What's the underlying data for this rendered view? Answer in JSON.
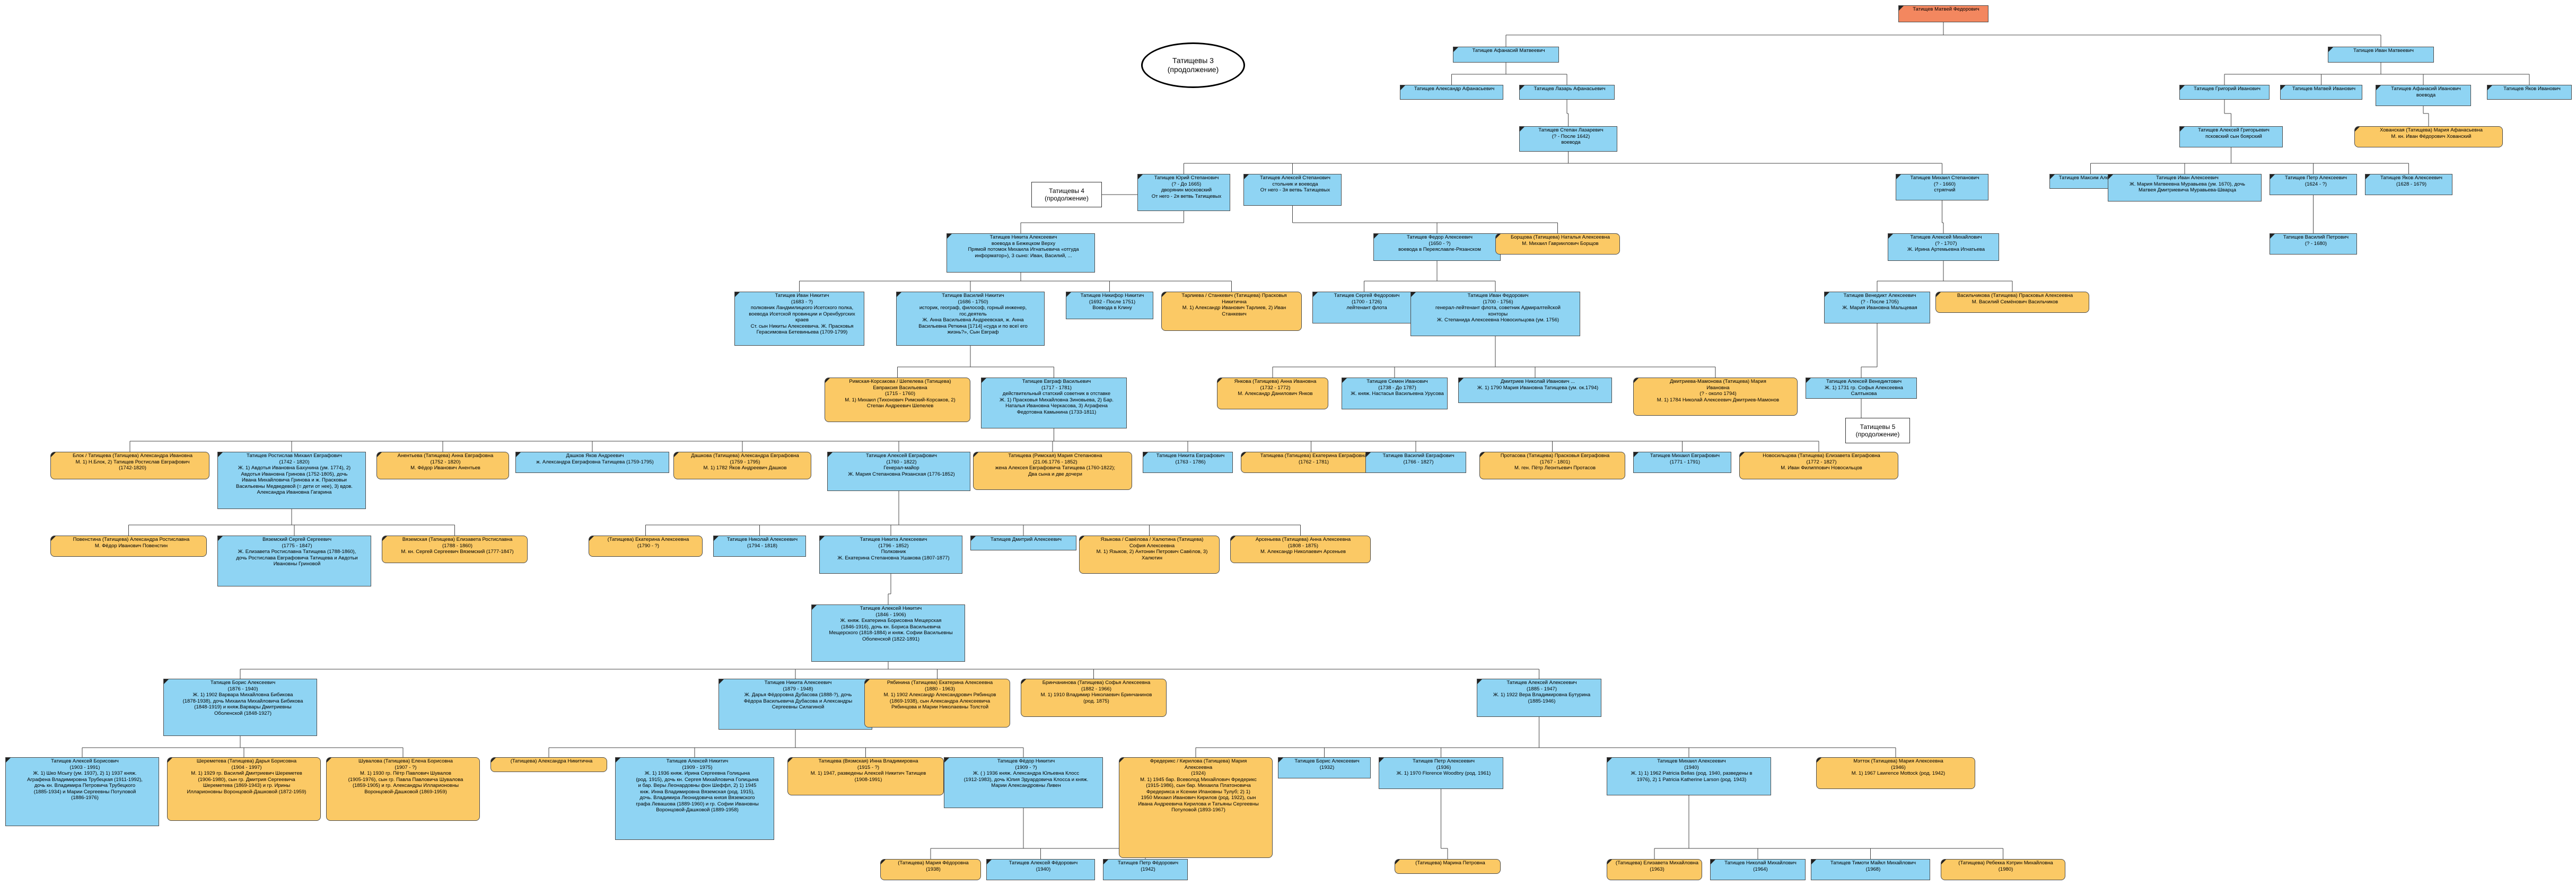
{
  "title": "Татищевы 3\n(продолжение)",
  "notes": [
    {
      "id": "n4",
      "text": "Татищевы 4\n(продолжение)"
    },
    {
      "id": "n5",
      "text": "Татищевы 5\n(продолжение)"
    }
  ],
  "people": [
    {
      "id": "p0",
      "k": "r",
      "t": "Татищев Матвей Федорович"
    },
    {
      "id": "p1",
      "k": "m",
      "t": "Татищев Афанасий Матвеевич"
    },
    {
      "id": "p2",
      "k": "m",
      "t": "Татищев Иван Матвеевич"
    },
    {
      "id": "p3",
      "k": "m",
      "t": "Татищев Александр Афанасьевич"
    },
    {
      "id": "p4",
      "k": "m",
      "t": "Татищев Лазарь Афанасьевич"
    },
    {
      "id": "p5",
      "k": "m",
      "t": "Татищев Степан Лазаревич\n(? - После 1642)\nвоевода"
    },
    {
      "id": "p6",
      "k": "m",
      "t": "Татищев Григорий Иванович"
    },
    {
      "id": "p7",
      "k": "m",
      "t": "Татищев Матвей Иванович"
    },
    {
      "id": "p8",
      "k": "m",
      "t": "Татищев Афанасий Иванович\nвоевода"
    },
    {
      "id": "p9",
      "k": "m",
      "t": "Татищев Яков Иванович"
    },
    {
      "id": "p10",
      "k": "m",
      "t": "Татищев Алексей Григорьевич\nпсковский сын боярский"
    },
    {
      "id": "p11",
      "k": "f",
      "t": "Хованская (Татищева) Мария Афанасьевна\nМ. кн. Иван Фёдорович Хованский"
    },
    {
      "id": "p12",
      "k": "m",
      "t": "Татищев Юрий Степанович\n(? - До 1665)\nдворянин московский\nОт него - 2я ветвь Татищевых"
    },
    {
      "id": "p13",
      "k": "m",
      "t": "Татищев Алексей Степанович\nстольник и воевода\nОт него - 3я ветвь Татищевых"
    },
    {
      "id": "p14",
      "k": "m",
      "t": "Татищев Михаил Степанович\n(? - 1660)\nстряпчий"
    },
    {
      "id": "p15",
      "k": "m",
      "t": "Татищев Максим Алексеевич"
    },
    {
      "id": "p16",
      "k": "m",
      "t": "Татищев Иван Алексеевич\nЖ. Мария Матвеевна Муравьева (ум. 1670), дочь\nМатвея Дмитриевича Муравьева-Шварца"
    },
    {
      "id": "p17",
      "k": "m",
      "t": "Татищев Петр Алексеевич\n(1624 - ?)"
    },
    {
      "id": "p18",
      "k": "m",
      "t": "Татищев Яков Алексеевич\n(1628 - 1679)"
    },
    {
      "id": "p19",
      "k": "m",
      "t": "Татищев Василий Петрович\n(? - 1680)"
    },
    {
      "id": "p20",
      "k": "m",
      "t": "Татищев Никита Алексеевич\nвоевода в Бежецком Верху\nПрямой потомок Михаила Игнатьевича «отгуда\nинформатор»), 3 сыно: Иван, Василий, ..."
    },
    {
      "id": "p21",
      "k": "m",
      "t": "Татищев Федор Алексеевич\n(1650 - ?)\nвоевода в Переяславле-Рязанском"
    },
    {
      "id": "p22",
      "k": "f",
      "t": "Борщова (Татищева) Наталья Алексеевна\nМ. Михаил Гавриилович Борщов"
    },
    {
      "id": "p23",
      "k": "m",
      "t": "Татищев Алексей Михайлович\n(? - 1707)\nЖ. Ирина Артемьевна Игнатьева"
    },
    {
      "id": "p24",
      "k": "m",
      "t": "Татищев Иван Никитич\n(1683 - ?)\nполковник Ландмилицкого Исетского полка,\nвоевода Исетской провинции и Оренбургских краев\nСт. сын Никиты Алексеевича. Ж. Прасковья\nГерасимовна Бетевиньева (1709-1799)"
    },
    {
      "id": "p25",
      "k": "m",
      "t": "Татищев Василий Никитич\n(1686 - 1750)\nисторик, географ, философ, горный инженер,\nгос.деятель\nЖ. Анна Васильевна Андреевская, ж. Анна\nВасильевна Реткина [1714] «суда и по всеї его\nжизнь?», Сын Евграф"
    },
    {
      "id": "p26",
      "k": "m",
      "t": "Татищев Никифор Никитич\n(1692 - После 1751)\nВоевода в Клину"
    },
    {
      "id": "p27",
      "k": "f",
      "t": "Тарлиева / Станкевич (Татищева) Прасковья\nНикитична\nМ. 1) Александр Иванович Тарлиев, 2) Иван\nСтанкевич"
    },
    {
      "id": "p28",
      "k": "m",
      "t": "Татищев Сергей Федорович\n(1700 - 1726)\nлейтенант флота"
    },
    {
      "id": "p29",
      "k": "m",
      "t": "Татищев Иван Федорович\n(1700 - 1756)\nгенерал-лейтенант флота, советник Адмиралтейской\nконторы\nЖ. Степанида Алексеевна Новосильцова (ум. 1756)"
    },
    {
      "id": "p30",
      "k": "m",
      "t": "Татищев Венедикт Алексеевич\n(? - После 1705)\nЖ. Мария Ивановна Мальцевая"
    },
    {
      "id": "p31",
      "k": "f",
      "t": "Васильчикова (Татищева) Прасковья Алексеевна\nМ. Василий Семёнович Васильчиков"
    },
    {
      "id": "p32",
      "k": "f",
      "t": "Римская-Корсакова / Шепелева (Татищева)\nЕвпраксия Васильевна\n(1715 - 1760)\nМ. 1) Михаил (Тихонович Римский-Корсаков, 2)\nСтепан Андреевич Шепелев"
    },
    {
      "id": "p33",
      "k": "m",
      "t": "Татищев Евграф Васильевич\n(1717 - 1781)\nдействительный статский советник в отставке\nЖ. 1) Прасковья Михайловна Зиновьева, 2) Бар.\nНаталья Ивановна Черкасова, 3) Аграфена\nФедотовна Камынина (1733-1811)"
    },
    {
      "id": "p34",
      "k": "f",
      "t": "Янкова (Татищева) Анна Ивановна\n(1732 - 1772)\nМ. Александр Данилович Янков"
    },
    {
      "id": "p35",
      "k": "m",
      "t": "Татищев Семен Иванович\n(1738 - До 1787)\nЖ. княж. Настасья Васильевна Урусова"
    },
    {
      "id": "p36",
      "k": "m",
      "t": "Дмитриев Николай Иванович ...\nЖ. 1) 1790 Мария Ивановна Татищева (ум. ок.1794)"
    },
    {
      "id": "p37",
      "k": "f",
      "t": "Дмитриева-Мамонова (Татищева) Мария\nИвановна\n(? - около 1794)\nМ. 1) 1784 Николай Алексеевич Дмитриев-Мамонов"
    },
    {
      "id": "p38",
      "k": "m",
      "t": "Татищев Алексей Венедиктович\nЖ. 1) 1731 гр. Софья Алексеевна Салтыкова"
    },
    {
      "id": "p39",
      "k": "f",
      "t": "Блок / Татищева (Татищева) Александра Ивановна\nМ. 1) Н.Блок, 2) Татищев Ростислав Евграфович\n(1742-1820)"
    },
    {
      "id": "p40",
      "k": "m",
      "t": "Татищев Ростислав Михаил Евграфович\n(1742 - 1820)\nЖ. 1) Авдотья Ивановна Бахунина (ум. 1774), 2)\nАвдотья Ивановна Гринова (1752-1805), дочь\nИвана Михайловича Гринова и ж. Прасковьи\nВасильевны Медведевой (= дети от нее), 3) вдов.\nАлександра Ивановна Гагарина"
    },
    {
      "id": "p41",
      "k": "f",
      "t": "Анентьева (Татищева) Анна Евграфовна\n(1752 - 1820)\nМ. Фёдор Иванович Анентьев"
    },
    {
      "id": "p42",
      "k": "m",
      "t": "Дашков Яков Андреевич\nж. Александра Евграфовна Татищева (1759-1795)"
    },
    {
      "id": "p43",
      "k": "f",
      "t": "Дашкова (Татищева) Александра Евграфовна\n(1759 - 1795)\nМ. 1) 1782 Яков Андреевич Дашков"
    },
    {
      "id": "p44",
      "k": "m",
      "t": "Татищев Алексей Евграфович\n(1760 - 1822)\nГенерал-майор\nЖ. Мария Степановна Рязанская (1776-1852)"
    },
    {
      "id": "p45",
      "k": "f",
      "t": "Татищева (Римская) Мария Степановна\n(21.06.1776 - 1852)\nжена Алексея Евграфовича Татищева (1760-1822);\nДва сына и две дочери"
    },
    {
      "id": "p46",
      "k": "m",
      "t": "Татищев Никита Евграфович\n(1763 - 1786)"
    },
    {
      "id": "p47",
      "k": "f",
      "t": "Татищева (Татищева) Екатерина Евграфовна\n(1762 - 1781)"
    },
    {
      "id": "p48",
      "k": "m",
      "t": "Татищев Василий Евграфович\n(1766 - 1827)"
    },
    {
      "id": "p49",
      "k": "f",
      "t": "Протасова (Татищева) Прасковья Евграфовна\n(1767 - 1801)\nМ. ген. Пётр Леонтьевич Протасов"
    },
    {
      "id": "p50",
      "k": "m",
      "t": "Татищев Михаил Евграфович\n(1771 - 1791)"
    },
    {
      "id": "p51",
      "k": "f",
      "t": "Новосильцова (Татищева) Елизавета Евграфовна\n(1772 - 1827)\nМ. Иван Филиппович Новосильцов"
    },
    {
      "id": "p52",
      "k": "f",
      "t": "Повенстина (Татищева) Александра Ростиславна\nМ. Фёдор Иванович Повенстин"
    },
    {
      "id": "p53",
      "k": "m",
      "t": "Вяземский Сергей Сергеевич\n(1775 - 1847)\nЖ. Елизавета Ростиславна Татищева (1788-1860),\nдочь Ростислава Евграфовича Татищева и Авдотьи\nИвановны Гриновой"
    },
    {
      "id": "p54",
      "k": "f",
      "t": "Вяземская (Татищева) Елизавета Ростиславна\n(1788 - 1860)\nМ. кн. Сергей Сергеевич Вяземский (1777-1847)"
    },
    {
      "id": "p55",
      "k": "f",
      "t": "(Татищева) Екатерина Алексеевна\n(1790 - ?)"
    },
    {
      "id": "p56",
      "k": "m",
      "t": "Татищев Николай Алексеевич\n(1794 - 1818)"
    },
    {
      "id": "p57",
      "k": "m",
      "t": "Татищев Никита Алексеевич\n(1796 - 1852)\nПолковник\nЖ. Екатерина Степановна Ушакова (1807-1877)"
    },
    {
      "id": "p58",
      "k": "m",
      "t": "Татищев Дмитрий Алексеевич"
    },
    {
      "id": "p59",
      "k": "f",
      "t": "Языкова / Савёлова / Халютина (Татищева)\nСофия Алексеевна\nМ. 1) Языков, 2) Антонин Петрович Савёлов, 3)\nХалютин"
    },
    {
      "id": "p60",
      "k": "f",
      "t": "Арсеньева (Татищева) Анна Алексеевна\n(1808 - 1875)\nМ. Александр Николаевич Арсеньев"
    },
    {
      "id": "p61",
      "k": "m",
      "t": "Татищев Алексей Никитич\n(1846 - 1906)\nЖ. княж. Екатерина Борисовна Мещерская\n(1846-1916), дочь кн. Бориса Васильевича\nМещерского (1818-1884) и княж. Софии Васильевны\nОболенской (1822-1891)"
    },
    {
      "id": "p62",
      "k": "m",
      "t": "Татищев Борис Алексеевич\n(1876 - 1940)\nЖ. 1) 1902 Варвара Михайловна Бибикова\n(1878-1938), дочь Михаила Михайловича Бибикова\n(1848-1919) и княж.Варвары Дмитриевны\nОболенской (1848-1927)"
    },
    {
      "id": "p63",
      "k": "m",
      "t": "Татищев Никита Алексеевич\n(1879 - 1948)\nЖ. Дарья Фёдоровна Дубасова (1888-?), дочь\nФёдора Васильевича Дубасова и Александры\nСергеевны Силагиной"
    },
    {
      "id": "p64",
      "k": "f",
      "t": "Рябинина (Татищева) Екатерина Алексеевна\n(1880 - 1963)\nМ. 1) 1902 Александр Александрович Рябинцов\n(1869-1938), сын Александра Алексеевича\nРябинцова и Марии Николаевны Толстой"
    },
    {
      "id": "p65",
      "k": "f",
      "t": "Бринчанинова (Татищева) Софья Алексеевна\n(1882 - 1966)\nМ. 1) 1910 Владимир Николаевич Бринчанинов\n(род. 1875)"
    },
    {
      "id": "p66",
      "k": "m",
      "t": "Татищев Алексей Алексеевич\n(1885 - 1947)\nЖ. 1) 1922 Вера Владимировна Бутурина\n(1885-1946)"
    },
    {
      "id": "p67",
      "k": "m",
      "t": "Татищев Алексей Борисович\n(1903 - 1991)\nЖ. 1) Шко Мсыгу (ум. 1937), 2) 1) 1937 княж.\nАграфена Владимировна Трубецкая (1911-1992),\nдочь кн. Владимира Петровича Трубецкого\n(1885-1934) и Марии Сергеевны Потуловой\n(1886-1976)"
    },
    {
      "id": "p68",
      "k": "f",
      "t": "Шереметева (Татищева) Дарья Борисовна\n(1904 - 1997)\nМ. 1) 1929 гр. Василий Дмитриевич Шереметев\n(1906-1980), сын гр. Дмитрия Сергеевича\nШереметева (1869-1943) и гр. Ирины\nИлларионовны Воронцовой-Дашковой (1872-1959)"
    },
    {
      "id": "p69",
      "k": "f",
      "t": "Шувалова (Татищева) Елена Борисовна\n(1907 - ?)\nМ. 1) 1930 гр. Пётр Павлович Шувалов\n(1905-1976), сын гр. Павла Павловича Шувалова\n(1859-1905) и гр. Александры Илларионовны\nВоронцовой-Дашковой (1869-1959)"
    },
    {
      "id": "p70",
      "k": "f",
      "t": "(Татищева) Александра Никитична"
    },
    {
      "id": "p71",
      "k": "m",
      "t": "Татищев Алексей Никитич\n(1909 - 1975)\nЖ. 1) 1936 княж. Ирина Сергеевна Голицына\n(род. 1915), дочь кн. Сергея Михайловича Голицына\nи бар. Веры Леонардовны фон Шеффл, 2) 1) 1945\nкнж. Инна Владимировна Вяземская (род. 1915),\nдочь. Владимира Леонидовича князя Вяземского\nграфа Левашова (1889-1960) и гр. Софии Ивановны\nВоронцовой-Дашковой (1889-1958)"
    },
    {
      "id": "p72",
      "k": "f",
      "t": "Татищева (Вязмская) Инна Владимировна\n(1915 - ?)\nМ. 1) 1947, разведены Алексей Никитич Татищев\n(1908-1991)"
    },
    {
      "id": "p73",
      "k": "m",
      "t": "Татищев Фёдор Никитич\n(1909 - ?)\nЖ. ( ) 1936 княж. Александра Юльевна Клосс\n(1912-1983), дочь Юлия Эдуардовича Клосса и княж.\nМарии Александровны Ливен"
    },
    {
      "id": "p74",
      "k": "f",
      "t": "Фредерикс / Кирилова (Татищева) Мария\nАлексеевна\n(1924)\nМ. 1) 1945 бар. Всеволод Михайлович Фредерикс\n(1915-1986), сын бар. Михаила Платоновича\nФредерикса и Ксении Ипановны Тулуб; 2) 1)\n1950 Михаил Иванович Кирилов (род. 1922), сын\nИвана Андреевича Кирилова и Татьяны Сергеевны\nПотуловой (1893-1967)"
    },
    {
      "id": "p75",
      "k": "m",
      "t": "Татищев Борис Алексеевич\n(1932)"
    },
    {
      "id": "p76",
      "k": "m",
      "t": "Татищев Петр Алексеевич\n(1936)\nЖ. 1) 1970 Florence Woodbry (род. 1961)"
    },
    {
      "id": "p77",
      "k": "m",
      "t": "Татищев Михаил Алексеевич\n(1940)\nЖ. 1) 1) 1962 Patricia Bellas (род. 1940, разведены в\n1976), 2) 1 Patricia Katherine Larson (род. 1943)"
    },
    {
      "id": "p78",
      "k": "f",
      "t": "Мэтток (Татищева) Мария Алексеевна\n(1946)\nМ. 1) 1967 Lawrence Mottock (род. 1942)"
    },
    {
      "id": "p79",
      "k": "f",
      "t": "(Татищева) Мария Фёдоровна\n(1938)"
    },
    {
      "id": "p80",
      "k": "m",
      "t": "Татищев Алексей Фёдорович\n(1940)"
    },
    {
      "id": "p81",
      "k": "m",
      "t": "Татищев Петр Фёдорович\n(1942)"
    },
    {
      "id": "p82",
      "k": "f",
      "t": "(Татищева) Марина Петровна"
    },
    {
      "id": "p83",
      "k": "f",
      "t": "(Татищева) Елизавета Михайловна\n(1963)"
    },
    {
      "id": "p84",
      "k": "m",
      "t": "Татищев Николай Михайлович\n(1964)"
    },
    {
      "id": "p85",
      "k": "m",
      "t": "Татищев Тимоти Майкл Михайлович\n(1968)"
    },
    {
      "id": "p86",
      "k": "f",
      "t": "(Татищева) Ребекка Кэтрин Михайловна\n(1980)"
    }
  ]
}
